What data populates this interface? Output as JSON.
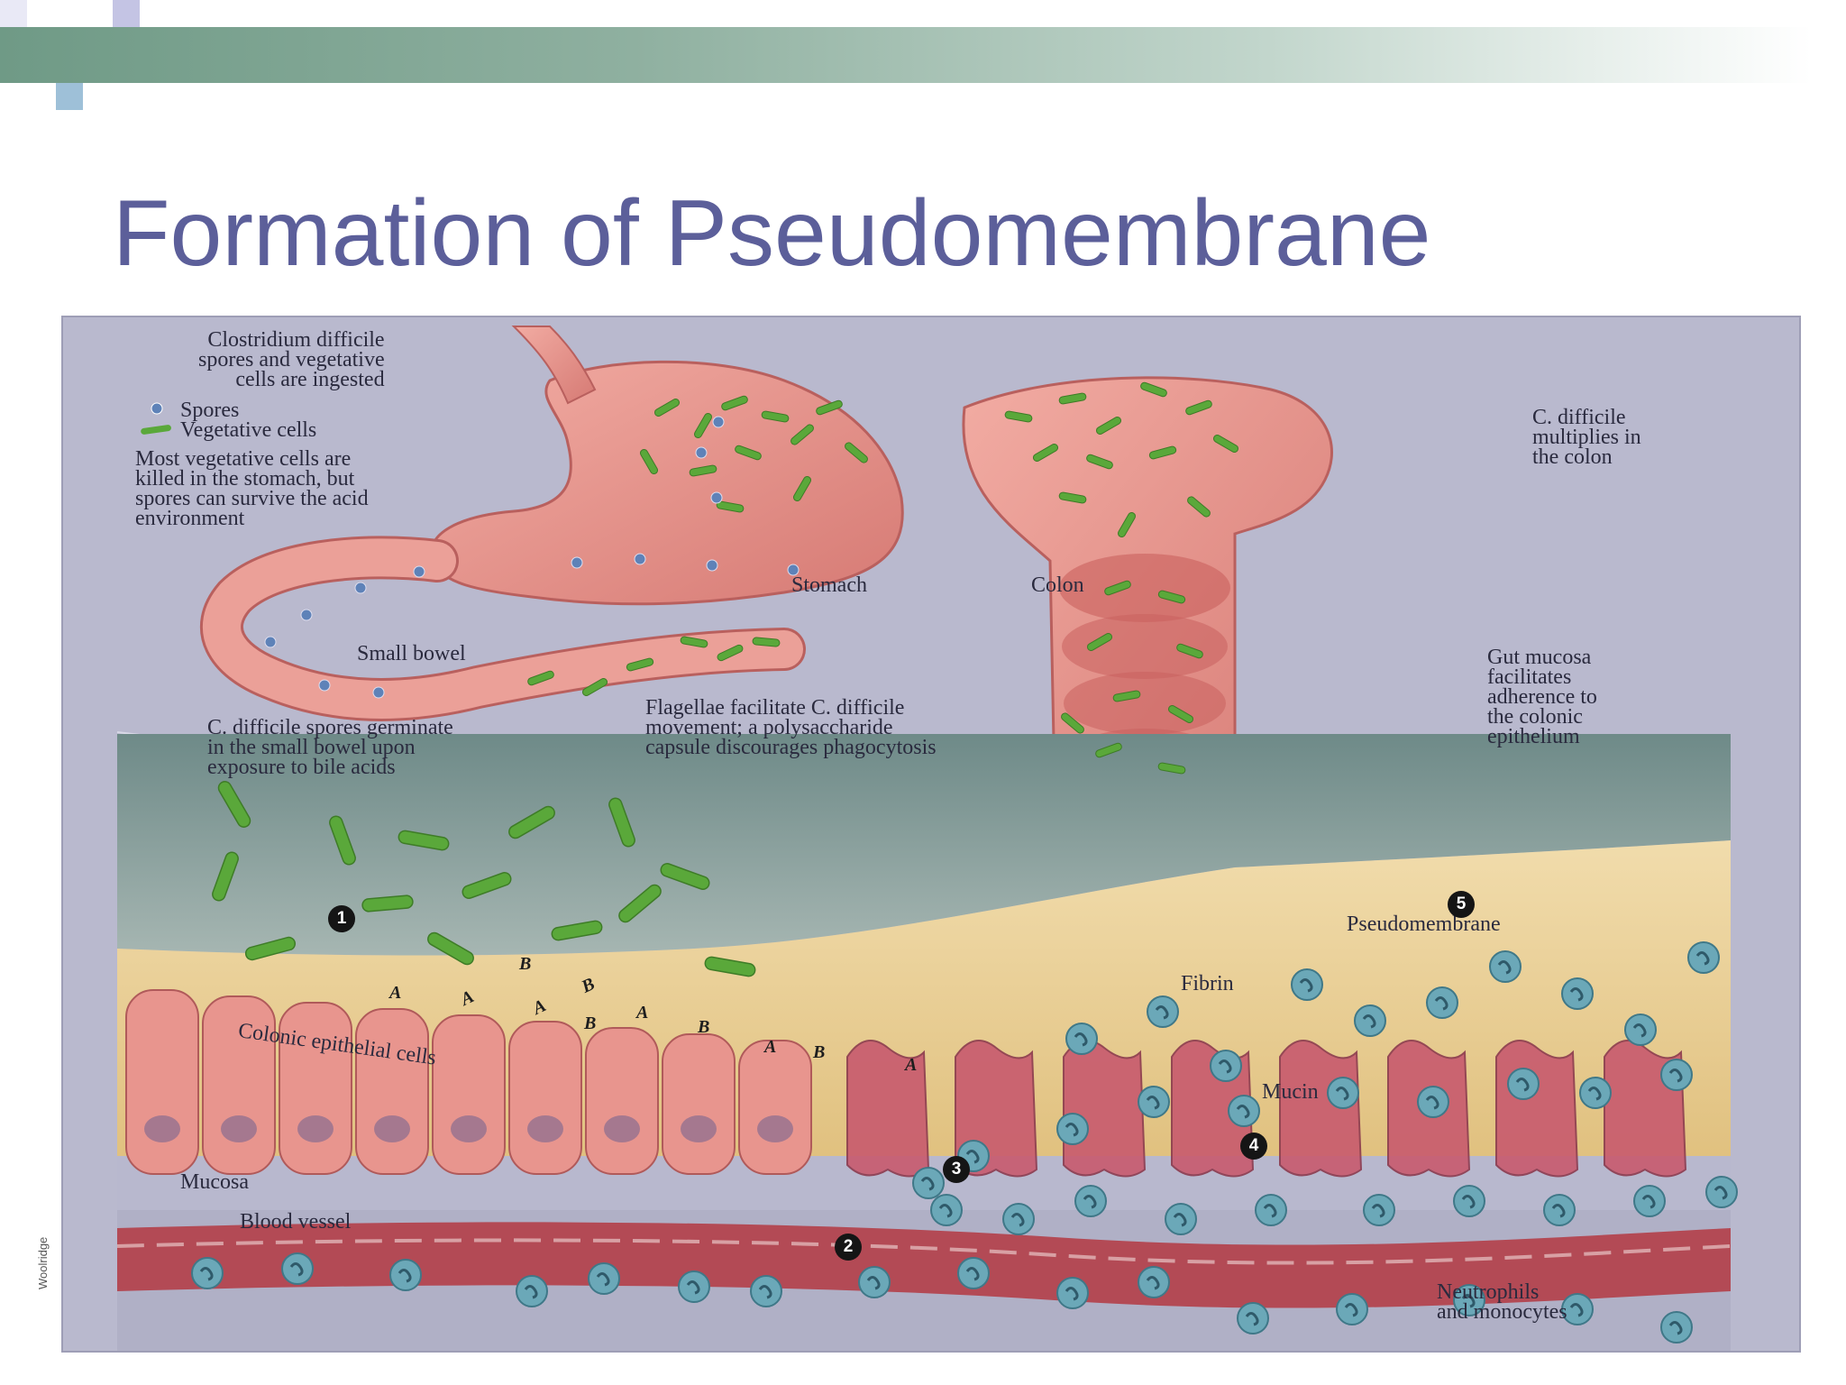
{
  "slide": {
    "title": "Formation of Pseudomembrane"
  },
  "figure": {
    "labels": {
      "ingested": "Clostridium difficile\nspores and vegetative\ncells are ingested",
      "legend_spores": "Spores",
      "legend_vegetative": "Vegetative cells",
      "stomach_note": "Most vegetative cells are\nkilled in the stomach, but\nspores can survive the acid\nenvironment",
      "stomach": "Stomach",
      "small_bowel": "Small bowel",
      "colon": "Colon",
      "germinate": "C. difficile spores germinate\nin the small bowel upon\nexposure to bile acids",
      "flagellae": "Flagellae facilitate C. difficile\nmovement; a polysaccharide\ncapsule discourages phagocytosis",
      "multiplies": "C. difficile\nmultiplies in\nthe colon",
      "gut_mucosa": "Gut mucosa\nfacilitates\nadherence to\nthe colonic\nepithelium",
      "pseudomembrane": "Pseudomembrane",
      "fibrin": "Fibrin",
      "colonic_cells": "Colonic epithelial cells",
      "mucin": "Mucin",
      "mucosa": "Mucosa",
      "blood_vessel": "Blood vessel",
      "neutrophils": "Neutrophils\nand monocytes"
    },
    "steps": [
      "1",
      "2",
      "3",
      "4",
      "5"
    ],
    "toxins": [
      "A",
      "A",
      "A",
      "B",
      "B",
      "A",
      "B",
      "B",
      "A",
      "B",
      "A"
    ],
    "credit": "Woolridge",
    "colors": {
      "background": "#b9b9ce",
      "tissue": "#e8958e",
      "bacteria": "#5aa83a",
      "spore": "#5e82b8",
      "fibrin": "#ecd29a",
      "cell": "#6ba8b8",
      "vessel": "#b34a55",
      "title": "#5c5f9a"
    }
  }
}
